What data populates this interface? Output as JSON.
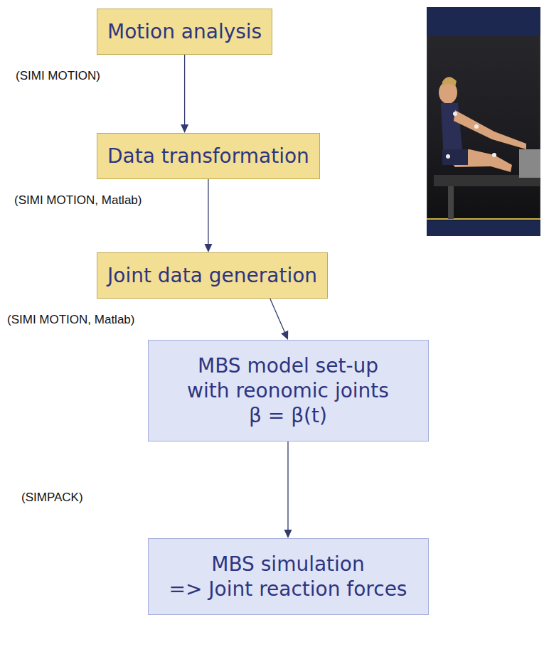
{
  "diagram": {
    "nodes": [
      {
        "text": [
          "Motion analysis"
        ]
      },
      {
        "text": [
          "Data transformation"
        ]
      },
      {
        "text": [
          "Joint data generation"
        ]
      },
      {
        "text": [
          "MBS model set-up with reonomic joints",
          "β = β(t)"
        ]
      },
      {
        "text": [
          "MBS simulation",
          "=> Joint reaction forces"
        ]
      }
    ],
    "edges": [
      {
        "from": 0,
        "to": 1,
        "arrow": "to"
      },
      {
        "from": 1,
        "to": 2,
        "arrow": "to"
      },
      {
        "from": 2,
        "to": 3,
        "arrow": "to"
      },
      {
        "from": 3,
        "to": 4,
        "arrow": "to"
      }
    ],
    "labels": [
      "(SIMI MOTION)",
      "(SIMI MOTION, Matlab)",
      "(SIMI MOTION, Matlab)",
      "(SIMPACK)"
    ]
  }
}
